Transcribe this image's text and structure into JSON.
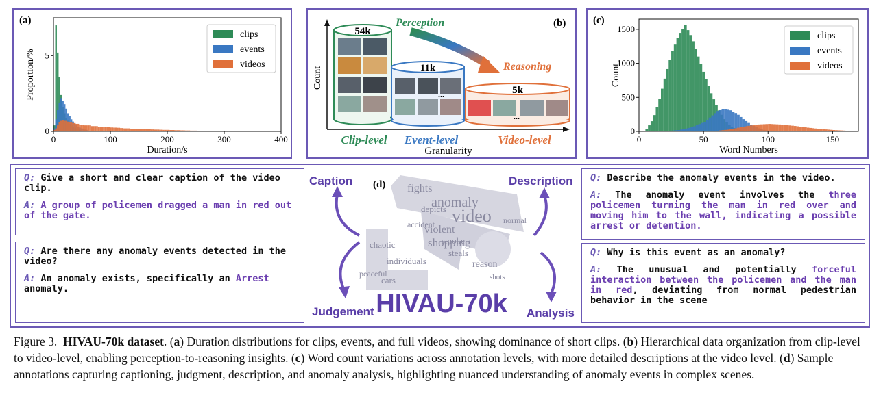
{
  "panel_a": {
    "label": "(a)",
    "chart_data": {
      "type": "bar",
      "xlabel": "Duration/s",
      "ylabel": "Proportion/%",
      "xlim": [
        0,
        400
      ],
      "ylim": [
        0,
        7.5
      ],
      "x_ticks": [
        "0",
        "100",
        "200",
        "300",
        "400"
      ],
      "y_ticks": [
        "0",
        "5"
      ],
      "legend": "top-right",
      "series": [
        {
          "name": "clips",
          "color": "#2e8b57",
          "bin_width": 3,
          "x_start": 0,
          "values": [
            0.4,
            7.0,
            5.2,
            3.6,
            2.4,
            1.6,
            1.2,
            0.9,
            0.7,
            0.5,
            0.4,
            0.3,
            0.25,
            0.2,
            0.15,
            0.1
          ]
        },
        {
          "name": "events",
          "color": "#3a78c2",
          "bin_width": 3,
          "x_start": 0,
          "values": [
            0.2,
            0.8,
            1.4,
            1.9,
            2.2,
            2.0,
            1.8,
            1.5,
            1.2,
            1.0,
            0.8,
            0.65,
            0.5,
            0.4,
            0.3,
            0.25,
            0.2,
            0.15,
            0.12,
            0.1
          ]
        },
        {
          "name": "videos",
          "color": "#e0703a",
          "bin_width": 3,
          "x_start": 0,
          "values": [
            0.1,
            0.2,
            0.4,
            0.6,
            0.7,
            0.75,
            0.7,
            0.7,
            0.65,
            0.6,
            0.6,
            0.55,
            0.55,
            0.5,
            0.5,
            0.45,
            0.45,
            0.45,
            0.4,
            0.4,
            0.4,
            0.4,
            0.35,
            0.35,
            0.35,
            0.35,
            0.3,
            0.3,
            0.3,
            0.3,
            0.3,
            0.28,
            0.28,
            0.26,
            0.26,
            0.25,
            0.25,
            0.24,
            0.24,
            0.22,
            0.22,
            0.2,
            0.2,
            0.2,
            0.2,
            0.18,
            0.18,
            0.18,
            0.17,
            0.17,
            0.16,
            0.16,
            0.15,
            0.15,
            0.15,
            0.14,
            0.14,
            0.13,
            0.13,
            0.12,
            0.12,
            0.12,
            0.11,
            0.11,
            0.1,
            0.1,
            0.1,
            0.1,
            0.09,
            0.09,
            0.09,
            0.08,
            0.08,
            0.08,
            0.07,
            0.07,
            0.07,
            0.06,
            0.06,
            0.06,
            0.05,
            0.05,
            0.05,
            0.05,
            0.04,
            0.04,
            0.04,
            0.04,
            0.03,
            0.03,
            0.03,
            0.03,
            0.03,
            0.02,
            0.02,
            0.02,
            0.02,
            0.02,
            0.02,
            0.02,
            0.02,
            0.02,
            0.02,
            0.02,
            0.02,
            0.02,
            0.02,
            0.02,
            0.02,
            0.02,
            0.02,
            0.02,
            0.02,
            0.02,
            0.02,
            0.02,
            0.02,
            0.02,
            0.02,
            0.02,
            0.02,
            0.02,
            0.02,
            0.02,
            0.02,
            0.02,
            0.02,
            0.02,
            0.02,
            0.02,
            0.02,
            0.02,
            0.02
          ]
        }
      ]
    }
  },
  "panel_b": {
    "label": "(b)",
    "ylabel": "Count",
    "xlabel": "Granularity",
    "cylinders": [
      {
        "count": "54k",
        "level": "Clip-level",
        "color": "#2e8b57"
      },
      {
        "count": "11k",
        "level": "Event-level",
        "color": "#3a78c2"
      },
      {
        "count": "5k",
        "level": "Video-level",
        "color": "#e0703a"
      }
    ],
    "perception": "Perception",
    "reasoning": "Reasoning",
    "dots": "...",
    "perception_color": "#2e8b57",
    "reasoning_color": "#e0703a"
  },
  "panel_c": {
    "label": "(c)",
    "chart_data": {
      "type": "bar",
      "xlabel": "Word Numbers",
      "ylabel": "Count",
      "xlim": [
        0,
        170
      ],
      "ylim": [
        0,
        1650
      ],
      "x_ticks": [
        "0",
        "50",
        "100",
        "150"
      ],
      "y_ticks": [
        "0",
        "500",
        "1000",
        "1500"
      ],
      "legend": "top-right",
      "series": [
        {
          "name": "clips",
          "color": "#2e8b57",
          "x": [
            5,
            10,
            15,
            20,
            25,
            30,
            35,
            40,
            45,
            50,
            55,
            60,
            65,
            70,
            75,
            80
          ],
          "values": [
            30,
            180,
            480,
            850,
            1180,
            1420,
            1560,
            1380,
            1100,
            820,
            560,
            340,
            180,
            80,
            30,
            10
          ]
        },
        {
          "name": "events",
          "color": "#3a78c2",
          "x": [
            20,
            30,
            40,
            50,
            55,
            60,
            65,
            70,
            75,
            80,
            85,
            90,
            95,
            100
          ],
          "values": [
            5,
            20,
            60,
            140,
            220,
            300,
            330,
            310,
            260,
            180,
            110,
            60,
            25,
            10
          ]
        },
        {
          "name": "videos",
          "color": "#e0703a",
          "x": [
            60,
            70,
            80,
            90,
            100,
            110,
            120,
            130,
            140,
            150,
            160,
            165
          ],
          "values": [
            10,
            30,
            70,
            100,
            110,
            100,
            80,
            55,
            35,
            20,
            10,
            5
          ]
        }
      ]
    }
  },
  "panel_d": {
    "label": "(d)",
    "q_tag": "Q:",
    "a_tag": "A:",
    "qa": [
      {
        "q": "Give a short and clear caption of the video clip.",
        "a": "A group of policemen dragged a man in red out of the gate."
      },
      {
        "q": "Are there any anomaly events detected in the video?",
        "a_plain": "An anomaly exists, specifically an",
        "a_hl": "Arrest",
        "a_tail": "anomaly."
      },
      {
        "q": "Describe the anomaly events in the video.",
        "a_plain": "The anomaly event involves the",
        "a_hl": "three policemen turning the man in red over and moving him to the wall, indicating a possible arrest or detention."
      },
      {
        "q": "Why is this event as an anomaly?",
        "a_plain": "The unusual and potentially",
        "a_hl": "forceful interaction between the policemen and the man in red",
        "a_tail": ", deviating from normal pedestrian behavior in the scene"
      }
    ],
    "tasks": {
      "caption": "Caption",
      "judgement": "Judgement",
      "description": "Description",
      "analysis": "Analysis"
    },
    "dataset_name": "HIVAU-70k",
    "cloud_words": [
      "fights",
      "anomaly",
      "video",
      "depicts",
      "normal",
      "violent",
      "smoke",
      "shopping",
      "steals",
      "chaotic",
      "peaceful",
      "individuals",
      "cars",
      "reason",
      "accident",
      "shots"
    ]
  },
  "caption": {
    "figure": "Figure 3.",
    "title": "HIVAU-70k dataset",
    "text_1": ". (",
    "a": "a",
    "text_a": ") Duration distributions for clips, events, and full videos, showing dominance of short clips. (",
    "b": "b",
    "text_b": ") Hierarchical data organization from clip-level to video-level, enabling perception-to-reasoning insights. (",
    "c": "c",
    "text_c": ") Word count variations across annotation levels, with more detailed descriptions at the video level. (",
    "d": "d",
    "text_d": ") Sample annotations capturing captioning, judgment, description, and anomaly analysis, highlighting nuanced understanding of anomaly events in complex scenes."
  }
}
